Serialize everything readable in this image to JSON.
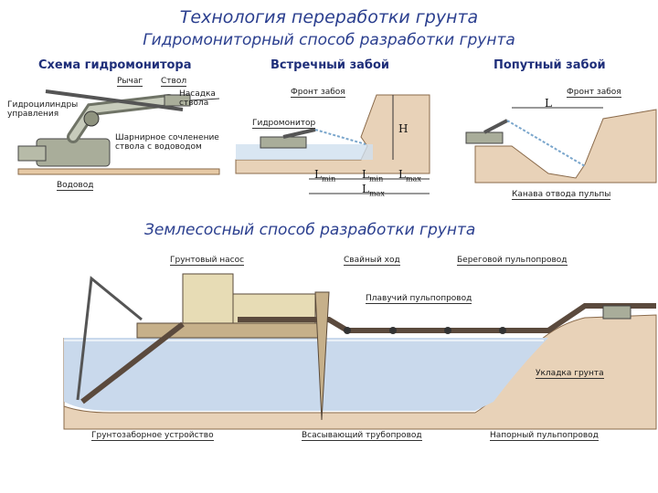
{
  "titles": {
    "main": "Технология переработки грунта",
    "sub1": "Гидромониторный способ разработки грунта",
    "sub2": "Землесосный способ разработки грунта"
  },
  "sections": {
    "scheme": "Схема гидромонитора",
    "counter": "Встречный забой",
    "passing": "Попутный забой"
  },
  "labels_scheme": {
    "lever": "Рычаг",
    "barrel": "Ствол",
    "nozzle": "Насадка ствола",
    "cylinders": "Гидроцилиндры управления",
    "joint": "Шарнирное сочленение ствола с водоводом",
    "conduit": "Водовод"
  },
  "labels_counter": {
    "front": "Фронт забоя",
    "monitor": "Гидромонитор",
    "h": "H",
    "lmin": "L",
    "lmin_sub": "min",
    "lmin2": "L",
    "lmin2_sub": "min",
    "lmax": "L",
    "lmax_sub": "max",
    "lmax2": "L",
    "lmax2_sub": "max"
  },
  "labels_passing": {
    "front": "Фронт забоя",
    "l": "L",
    "canal": "Канава отвода пульпы"
  },
  "labels_dredge": {
    "pump": "Грунтовый насос",
    "pile": "Свайный ход",
    "shore": "Береговой пульпопровод",
    "floating": "Плавучий пульпопровод",
    "laying": "Укладка грунта",
    "intake": "Грунтозаборное устройство",
    "suction": "Всасывающий трубопровод",
    "pressure": "Напорный пульпопровод"
  },
  "colors": {
    "title": "#2b3f8f",
    "water": "#c9d9ec",
    "soil": "#e8d2b8",
    "pipe": "#5b4a3d",
    "machine": "#a9ad9a"
  }
}
